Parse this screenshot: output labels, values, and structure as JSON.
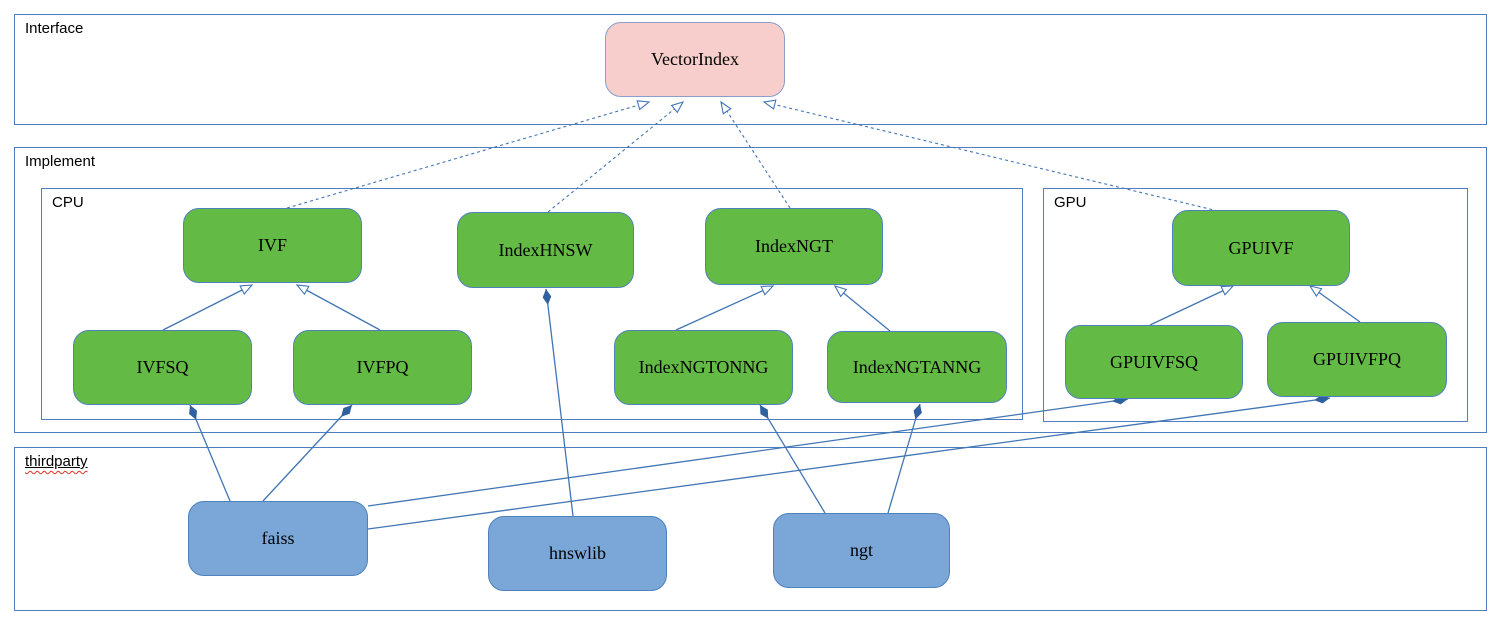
{
  "diagram": {
    "containers": [
      {
        "id": "interface",
        "label": "Interface"
      },
      {
        "id": "implement",
        "label": "Implement"
      },
      {
        "id": "cpu",
        "label": "CPU"
      },
      {
        "id": "gpu",
        "label": "GPU"
      },
      {
        "id": "thirdparty",
        "label": "thirdparty"
      }
    ],
    "nodes": [
      {
        "id": "vectorindex",
        "label": "VectorIndex",
        "group": "interface"
      },
      {
        "id": "ivf",
        "label": "IVF",
        "group": "cpu"
      },
      {
        "id": "indexhnsw",
        "label": "IndexHNSW",
        "group": "cpu"
      },
      {
        "id": "indexngt",
        "label": "IndexNGT",
        "group": "cpu"
      },
      {
        "id": "ivfsq",
        "label": "IVFSQ",
        "group": "cpu"
      },
      {
        "id": "ivfpq",
        "label": "IVFPQ",
        "group": "cpu"
      },
      {
        "id": "indexngtonng",
        "label": "IndexNGTONNG",
        "group": "cpu"
      },
      {
        "id": "indexngtanng",
        "label": "IndexNGTANNG",
        "group": "cpu"
      },
      {
        "id": "gpuivf",
        "label": "GPUIVF",
        "group": "gpu"
      },
      {
        "id": "gpuivfsq",
        "label": "GPUIVFSQ",
        "group": "gpu"
      },
      {
        "id": "gpuivfpq",
        "label": "GPUIVFPQ",
        "group": "gpu"
      },
      {
        "id": "faiss",
        "label": "faiss",
        "group": "thirdparty"
      },
      {
        "id": "hnswlib",
        "label": "hnswlib",
        "group": "thirdparty"
      },
      {
        "id": "ngt",
        "label": "ngt",
        "group": "thirdparty"
      }
    ],
    "edges": [
      {
        "from": "ivf",
        "to": "vectorindex",
        "type": "realization-dashed-open-arrow"
      },
      {
        "from": "indexhnsw",
        "to": "vectorindex",
        "type": "realization-dashed-open-arrow"
      },
      {
        "from": "indexngt",
        "to": "vectorindex",
        "type": "realization-dashed-open-arrow"
      },
      {
        "from": "gpuivf",
        "to": "vectorindex",
        "type": "realization-dashed-open-arrow"
      },
      {
        "from": "ivfsq",
        "to": "ivf",
        "type": "generalization-open-arrow"
      },
      {
        "from": "ivfpq",
        "to": "ivf",
        "type": "generalization-open-arrow"
      },
      {
        "from": "indexngtonng",
        "to": "indexngt",
        "type": "generalization-open-arrow"
      },
      {
        "from": "indexngtanng",
        "to": "indexngt",
        "type": "generalization-open-arrow"
      },
      {
        "from": "gpuivfsq",
        "to": "gpuivf",
        "type": "generalization-open-arrow"
      },
      {
        "from": "gpuivfpq",
        "to": "gpuivf",
        "type": "generalization-open-arrow"
      },
      {
        "from": "faiss",
        "to": "ivfsq",
        "type": "composition-diamond"
      },
      {
        "from": "faiss",
        "to": "ivfpq",
        "type": "composition-diamond"
      },
      {
        "from": "faiss",
        "to": "gpuivfsq",
        "type": "composition-diamond"
      },
      {
        "from": "faiss",
        "to": "gpuivfpq",
        "type": "composition-diamond"
      },
      {
        "from": "hnswlib",
        "to": "indexhnsw",
        "type": "composition-diamond"
      },
      {
        "from": "ngt",
        "to": "indexngtonng",
        "type": "composition-diamond"
      },
      {
        "from": "ngt",
        "to": "indexngtanng",
        "type": "composition-diamond"
      }
    ],
    "colors": {
      "interface_node_fill": "#f8cecc",
      "implementation_node_fill": "#63bb46",
      "thirdparty_node_fill": "#7aa6d8",
      "container_border": "#4f7fc1",
      "edge_line": "#4175b4",
      "composition_diamond_fill": "#2e619e"
    }
  }
}
